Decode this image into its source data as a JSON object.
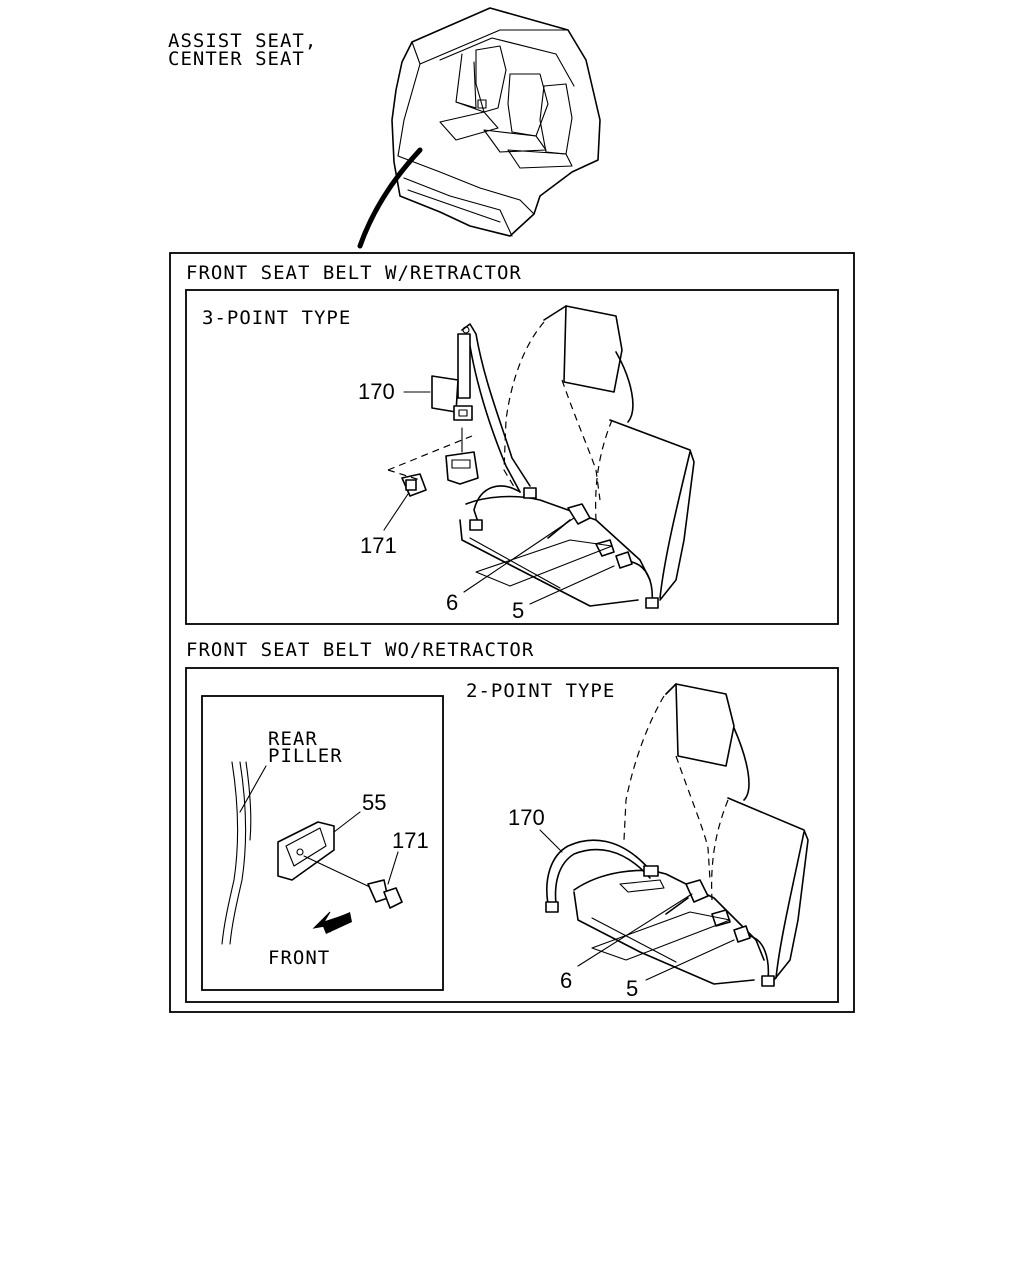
{
  "overview": {
    "label_line1": "ASSIST SEAT,",
    "label_line2": "CENTER SEAT"
  },
  "section_with_retractor": {
    "title": "FRONT SEAT BELT W/RETRACTOR",
    "panel_title": "3-POINT TYPE",
    "callouts": [
      "170",
      "171",
      "6",
      "5"
    ]
  },
  "section_without_retractor": {
    "title": "FRONT SEAT BELT WO/RETRACTOR",
    "panel_title": "2-POINT TYPE",
    "callouts": [
      "170",
      "6",
      "5"
    ],
    "inset": {
      "label_line1": "REAR",
      "label_line2": "PILLER",
      "callouts": [
        "55",
        "171"
      ],
      "direction_label": "FRONT"
    }
  }
}
